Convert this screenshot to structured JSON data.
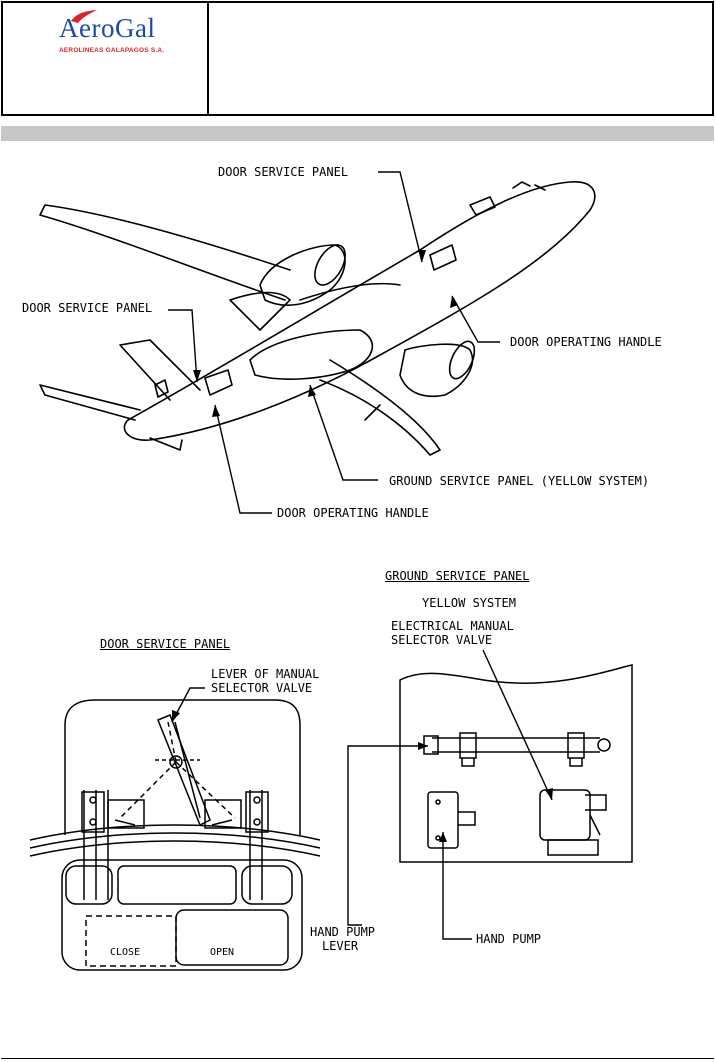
{
  "header": {
    "logo_text": "AeroGal",
    "logo_subtitle": "AEROLINEAS GALAPAGOS S.A."
  },
  "figure": {
    "labels": {
      "door_service_panel_top": "DOOR SERVICE PANEL",
      "door_service_panel_left": "DOOR SERVICE PANEL",
      "door_operating_handle_right": "DOOR OPERATING HANDLE",
      "ground_service_panel_yellow": "GROUND SERVICE PANEL (YELLOW SYSTEM)",
      "door_operating_handle_bottom": "DOOR OPERATING HANDLE",
      "ground_service_panel_title": "GROUND SERVICE PANEL",
      "yellow_system": "YELLOW SYSTEM",
      "electrical_manual_1": "ELECTRICAL MANUAL",
      "electrical_manual_2": "SELECTOR VALVE",
      "door_service_panel_title": "DOOR SERVICE PANEL",
      "lever_manual_1": "LEVER OF MANUAL",
      "lever_manual_2": "SELECTOR VALVE",
      "close": "CLOSE",
      "open": "OPEN",
      "hand_pump_lever_1": "HAND PUMP",
      "hand_pump_lever_2": "LEVER",
      "hand_pump": "HAND PUMP"
    }
  }
}
